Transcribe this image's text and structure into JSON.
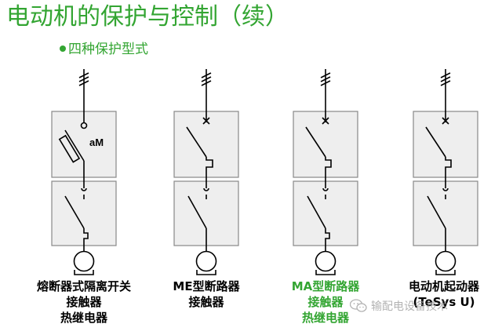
{
  "title": "电动机的保护与控制（续）",
  "subtitle": "四种保护型式",
  "colors": {
    "accent": "#33a532",
    "box_fill": "#eeeeee",
    "box_stroke": "#888888",
    "line": "#000000"
  },
  "columns": [
    {
      "device_tag": "aM",
      "lines": [
        "熔断器式隔离开关",
        "接触器",
        "热继电器"
      ],
      "color": "#000000"
    },
    {
      "device_tag": "",
      "lines": [
        "ME型断路器",
        "接触器"
      ],
      "color": "#000000"
    },
    {
      "device_tag": "",
      "lines": [
        "MA型断路器",
        "接触器",
        "热继电器"
      ],
      "color": "#33a532"
    },
    {
      "device_tag": "",
      "lines": [
        "电动机起动器",
        "(TeSys U)"
      ],
      "color": "#000000"
    }
  ],
  "watermark": {
    "text": "输配电设备技术",
    "icon": "wechat-icon"
  }
}
